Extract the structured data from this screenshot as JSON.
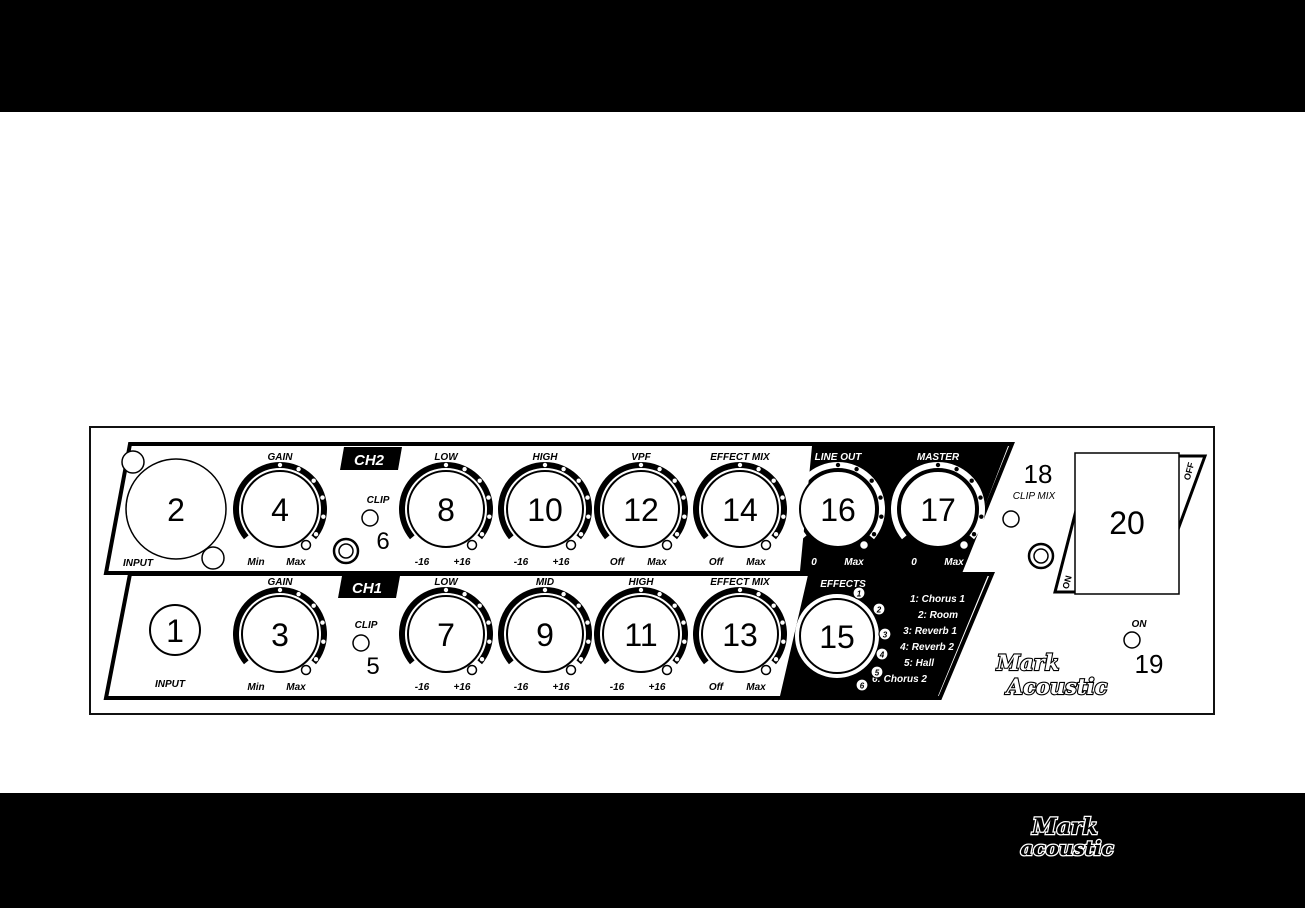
{
  "ch2": {
    "badge": "CH2",
    "input": {
      "number": "2",
      "label": "INPUT"
    },
    "gain": {
      "number": "4",
      "label": "GAIN",
      "min": "Min",
      "max": "Max"
    },
    "clip": {
      "label": "CLIP",
      "number": "6"
    },
    "low": {
      "number": "8",
      "label": "LOW",
      "min": "-16",
      "max": "+16"
    },
    "high": {
      "number": "10",
      "label": "HIGH",
      "min": "-16",
      "max": "+16"
    },
    "vpf": {
      "number": "12",
      "label": "VPF",
      "min": "Off",
      "max": "Max"
    },
    "effect_mix": {
      "number": "14",
      "label": "EFFECT MIX",
      "min": "Off",
      "max": "Max"
    }
  },
  "ch1": {
    "badge": "CH1",
    "input": {
      "number": "1",
      "label": "INPUT"
    },
    "gain": {
      "number": "3",
      "label": "GAIN",
      "min": "Min",
      "max": "Max"
    },
    "clip": {
      "label": "CLIP",
      "number": "5"
    },
    "low": {
      "number": "7",
      "label": "LOW",
      "min": "-16",
      "max": "+16"
    },
    "mid": {
      "number": "9",
      "label": "MID",
      "min": "-16",
      "max": "+16"
    },
    "high": {
      "number": "11",
      "label": "HIGH",
      "min": "-16",
      "max": "+16"
    },
    "effect_mix": {
      "number": "13",
      "label": "EFFECT MIX",
      "min": "Off",
      "max": "Max"
    }
  },
  "master_section": {
    "line_out": {
      "number": "16",
      "label": "LINE OUT",
      "min": "0",
      "max": "Max"
    },
    "master": {
      "number": "17",
      "label": "MASTER",
      "min": "0",
      "max": "Max"
    },
    "effects": {
      "number": "15",
      "label": "EFFECTS"
    },
    "effect_list": [
      "1: Chorus 1",
      "2: Room",
      "3: Reverb 1",
      "4: Reverb 2",
      "5: Hall",
      "6: Chorus 2"
    ],
    "selector_marks": [
      "1",
      "2",
      "3",
      "4",
      "5",
      "6"
    ]
  },
  "clip_mix": {
    "number": "18",
    "label": "CLIP MIX"
  },
  "power_led": {
    "number": "19",
    "label": "ON"
  },
  "power_switch": {
    "number": "20",
    "on_label": "ON",
    "off_label": "OFF"
  },
  "brand": {
    "line1": "Mark",
    "line2": "Acoustic"
  },
  "footer_brand": {
    "line1": "Mark",
    "line2": "acoustic"
  }
}
